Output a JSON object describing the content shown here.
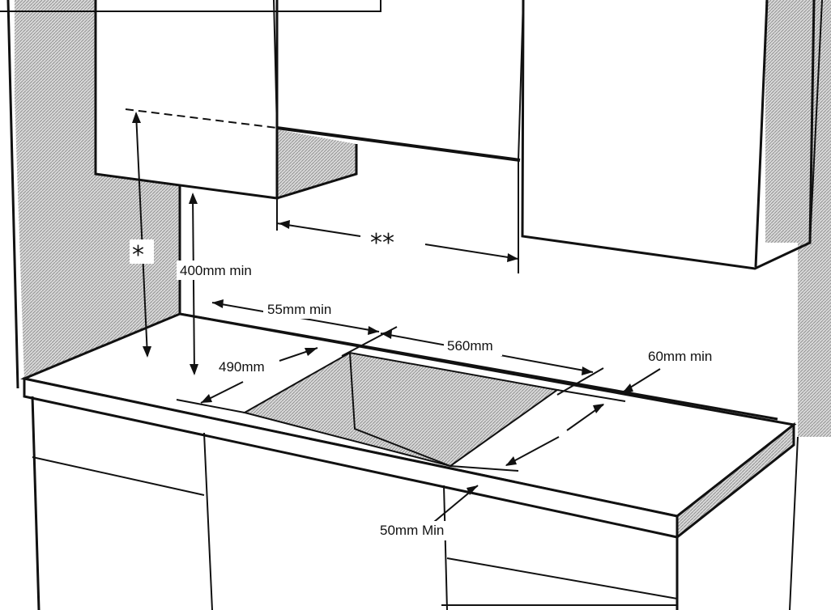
{
  "colors": {
    "line": "#111111",
    "hatch_fill": "#c9c9c9",
    "background": "#ffffff"
  },
  "labels": {
    "wall_cabinet_clearance_marker": "*",
    "hood_width_marker": "**",
    "min_height_above_worktop": "400mm min",
    "rear_clearance": "55mm min",
    "cutout_width": "560mm",
    "cutout_depth": "490mm",
    "side_clearance": "60mm min",
    "front_clearance": "50mm Min"
  }
}
